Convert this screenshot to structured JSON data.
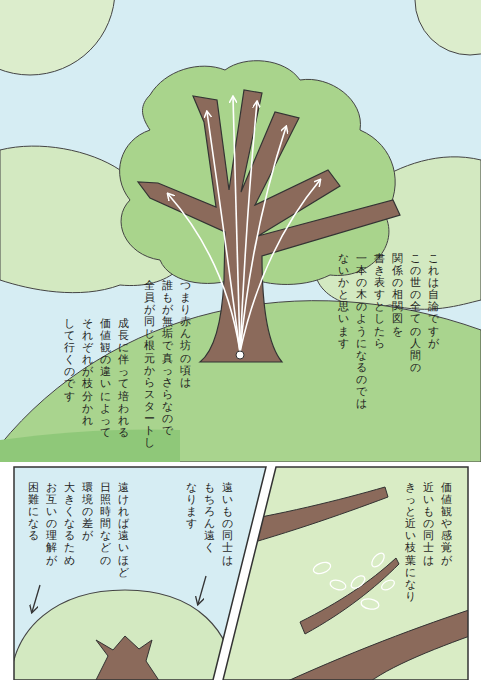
{
  "diagram": {
    "labels": [
      "これは自論ですが",
      "この世の全ての人間の",
      "関係の相関図を",
      "書き表すとしたら",
      "一本の木のようになるのでは",
      "ないかと思います",
      "つまり赤ん坊の頃は",
      "誰もが無垢で真っさらなので",
      "全員が同じ根元からスタートし",
      "成長に伴って培われる",
      "価値観の違いによって",
      "それぞれが枝分かれ",
      "して行くのです",
      "価値観や感覚が",
      "近いもの同士は",
      "きっと近い枝葉になり",
      "遠いもの同士は",
      "もちろん遠く",
      "なります",
      "遠ければ遠いほど",
      "日照時間などの",
      "環境の差が",
      "大きくなるため",
      "お互いの理解が",
      "困難になる"
    ]
  }
}
